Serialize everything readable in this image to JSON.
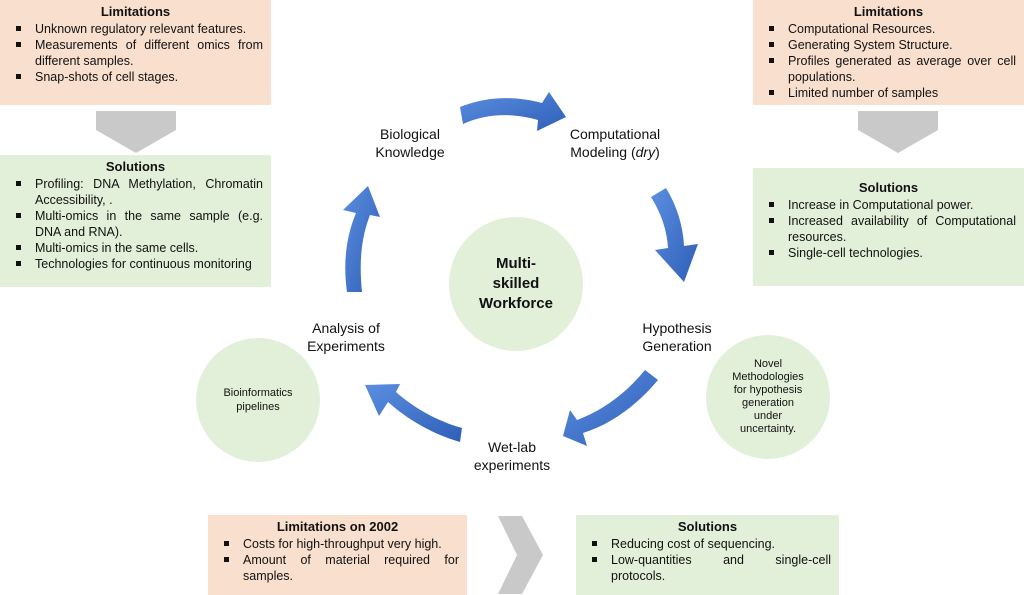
{
  "top_left_limitations": {
    "title": "Limitations",
    "items": [
      "Unknown regulatory relevant features.",
      "Measurements of different omics from different samples.",
      "Snap-shots of cell stages."
    ]
  },
  "left_solutions": {
    "title": "Solutions",
    "items": [
      "Profiling: DNA Methylation, Chromatin Accessibility, .",
      "Multi-omics in the same sample (e.g. DNA and RNA).",
      "Multi-omics in the same cells.",
      "Technologies for continuous monitoring"
    ]
  },
  "top_right_limitations": {
    "title": "Limitations",
    "items": [
      "Computational Resources.",
      "Generating System Structure.",
      "Profiles generated as average over cell populations.",
      "Limited number of samples"
    ]
  },
  "right_solutions": {
    "title": "Solutions",
    "items": [
      "Increase in Computational power.",
      "Increased availability of Computational resources.",
      "Single-cell technologies."
    ]
  },
  "bottom_limitations": {
    "title": "Limitations on 2002",
    "items": [
      "Costs for high-throughput very high.",
      "Amount of material required for samples."
    ]
  },
  "bottom_solutions": {
    "title": "Solutions",
    "items": [
      "Reducing cost of sequencing.",
      "Low-quantities and single-cell protocols."
    ]
  },
  "cycle": {
    "center_line1": "Multi-",
    "center_line2": "skilled",
    "center_line3": "Workforce",
    "biological_line1": "Biological",
    "biological_line2": "Knowledge",
    "computational_line1": "Computational",
    "computational_line2_prefix": "Modeling (",
    "computational_line2_italic": "dry",
    "computational_line2_suffix": ")",
    "hypothesis_line1": "Hypothesis",
    "hypothesis_line2": "Generation",
    "wetlab_line1": "Wet-lab",
    "wetlab_line2": "experiments",
    "analysis_line1": "Analysis of",
    "analysis_line2": "Experiments"
  },
  "bioinformatics_circle": {
    "line1": "Bioinformatics",
    "line2": "pipelines"
  },
  "novel_circle": {
    "line1": "Novel",
    "line2": "Methodologies",
    "line3": "for hypothesis",
    "line4": "generation",
    "line5": "under",
    "line6": "uncertainty."
  },
  "colors": {
    "limitation_fill": "#f9dfce",
    "solution_fill": "#e3f0d9",
    "cycle_arrow": "#3f6fc9",
    "connector_arrow": "#c9c9c9"
  }
}
